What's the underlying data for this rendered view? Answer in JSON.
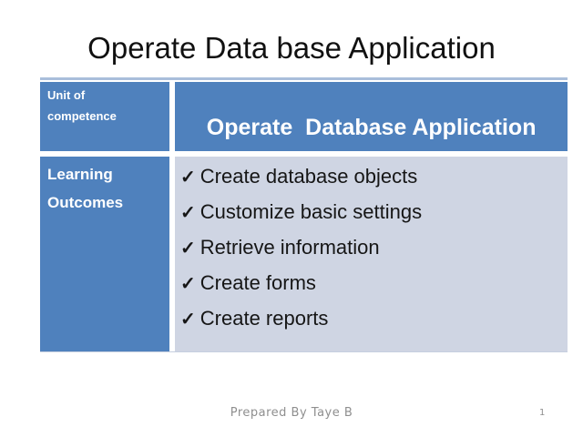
{
  "slide": {
    "title": "Operate Data base Application",
    "table": {
      "header_row": {
        "label_lines": [
          "Unit of",
          "competence"
        ],
        "value": "Operate  Database Application"
      },
      "body_row": {
        "label_lines": [
          "Learning",
          "Outcomes"
        ],
        "items": [
          {
            "check": "✓",
            "text": "Create database objects"
          },
          {
            "check": "✓",
            "text": "Customize basic settings"
          },
          {
            "check": "✓",
            "text": "Retrieve information"
          },
          {
            "check": "✓",
            "text": "Create forms"
          },
          {
            "check": "✓",
            "text": "Create reports"
          }
        ]
      }
    },
    "footer": {
      "prepared_by": "Prepared By Taye B",
      "slide_number": "1"
    },
    "colors": {
      "header_blue": "#4f81bd",
      "body_cell_light": "#cfd5e3",
      "top_border": "#a9bedb",
      "footer_gray": "#8f8f8f"
    }
  }
}
